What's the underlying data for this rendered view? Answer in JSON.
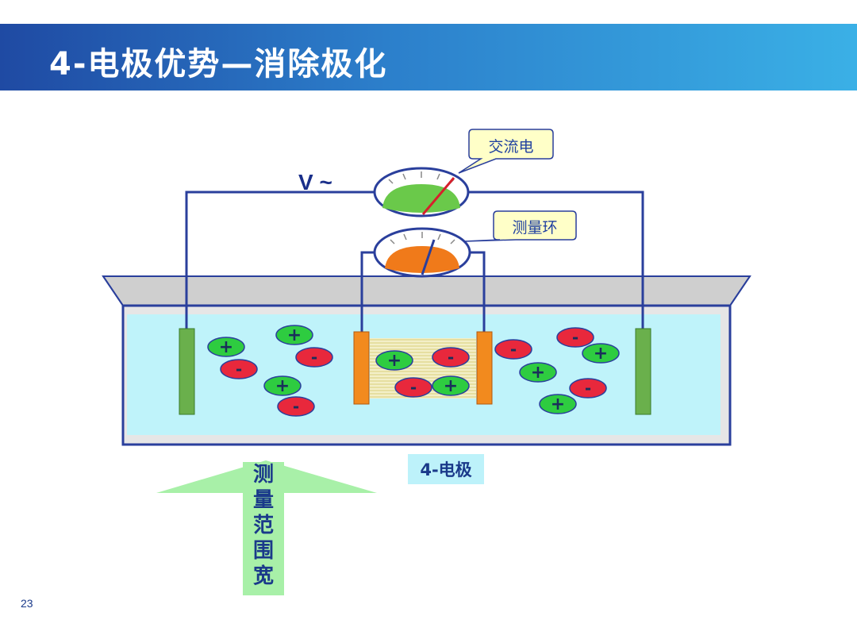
{
  "title": "4-电极优势—消除极化",
  "page_number": "23",
  "labels": {
    "voltage": "V ~",
    "callout_ac": "交流电",
    "callout_measure": "测量环",
    "electrode_label": "4-电极",
    "arrow_text": [
      "测",
      "量",
      "范",
      "围",
      "宽"
    ]
  },
  "colors": {
    "header_start": "#1f4aa3",
    "header_end": "#3ab0e6",
    "solution": "#bff3fa",
    "outer_electrode": "#6ab04c",
    "inner_electrode": "#f28a1e",
    "meter_ac_fill": "#6ac94a",
    "meter_measure_fill": "#f07a1a",
    "positive_ion": "#2ecc40",
    "negative_ion": "#e8283c",
    "wire": "#2a3f9c"
  },
  "ions": [
    {
      "sign": "+"
    },
    {
      "sign": "+"
    },
    {
      "sign": "-"
    },
    {
      "sign": "-"
    },
    {
      "sign": "+"
    },
    {
      "sign": "-"
    },
    {
      "sign": "+"
    },
    {
      "sign": "-"
    },
    {
      "sign": "-"
    },
    {
      "sign": "+"
    },
    {
      "sign": "-"
    },
    {
      "sign": "-"
    },
    {
      "sign": "+"
    },
    {
      "sign": "+"
    },
    {
      "sign": "-"
    },
    {
      "sign": "+"
    }
  ]
}
